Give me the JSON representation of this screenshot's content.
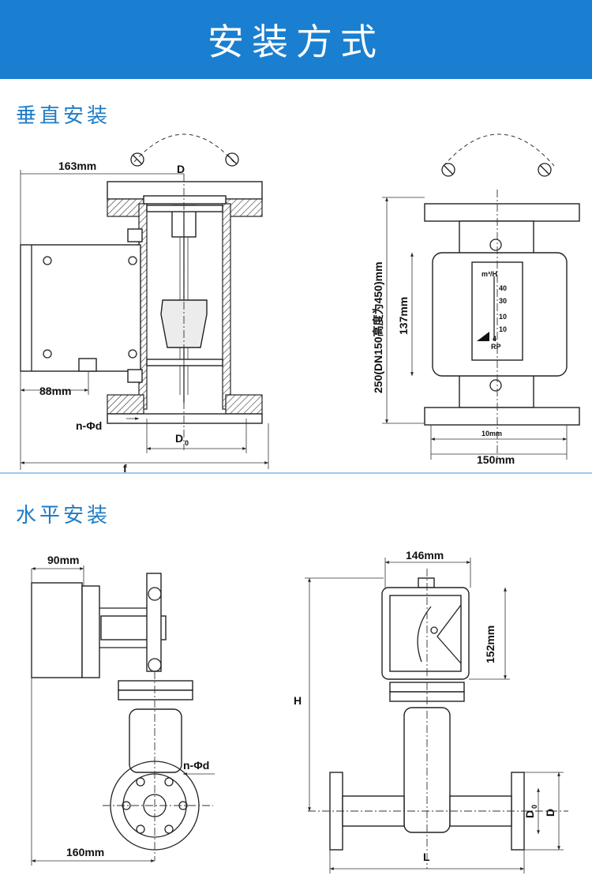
{
  "header": {
    "title": "安装方式"
  },
  "sections": {
    "vertical": {
      "title": "垂直安装",
      "dims": {
        "width_163": "163mm",
        "D": "D",
        "d88": "88mm",
        "n_phi_d": "n-Φd",
        "D0": "D",
        "D0_sub": "0",
        "f": "f",
        "height_250": "250(DN150高度为450)mm",
        "d137": "137mm",
        "d10": "10mm",
        "d150": "150mm"
      },
      "scale": {
        "unit": "m³/H",
        "ticks": [
          "40",
          "30",
          "10",
          "10",
          "4"
        ],
        "mark": "RP"
      }
    },
    "horizontal": {
      "title": "水平安装",
      "dims": {
        "d90": "90mm",
        "n_phi_d": "n-Φd",
        "d160": "160mm",
        "d146": "146mm",
        "d152": "152mm",
        "H": "H",
        "L": "L",
        "D0": "D",
        "D0_sub": "0",
        "D": "D"
      }
    }
  },
  "colors": {
    "banner": "#1a7fd0",
    "section_title": "#1f7cc6",
    "divider": "#9ccbec"
  }
}
